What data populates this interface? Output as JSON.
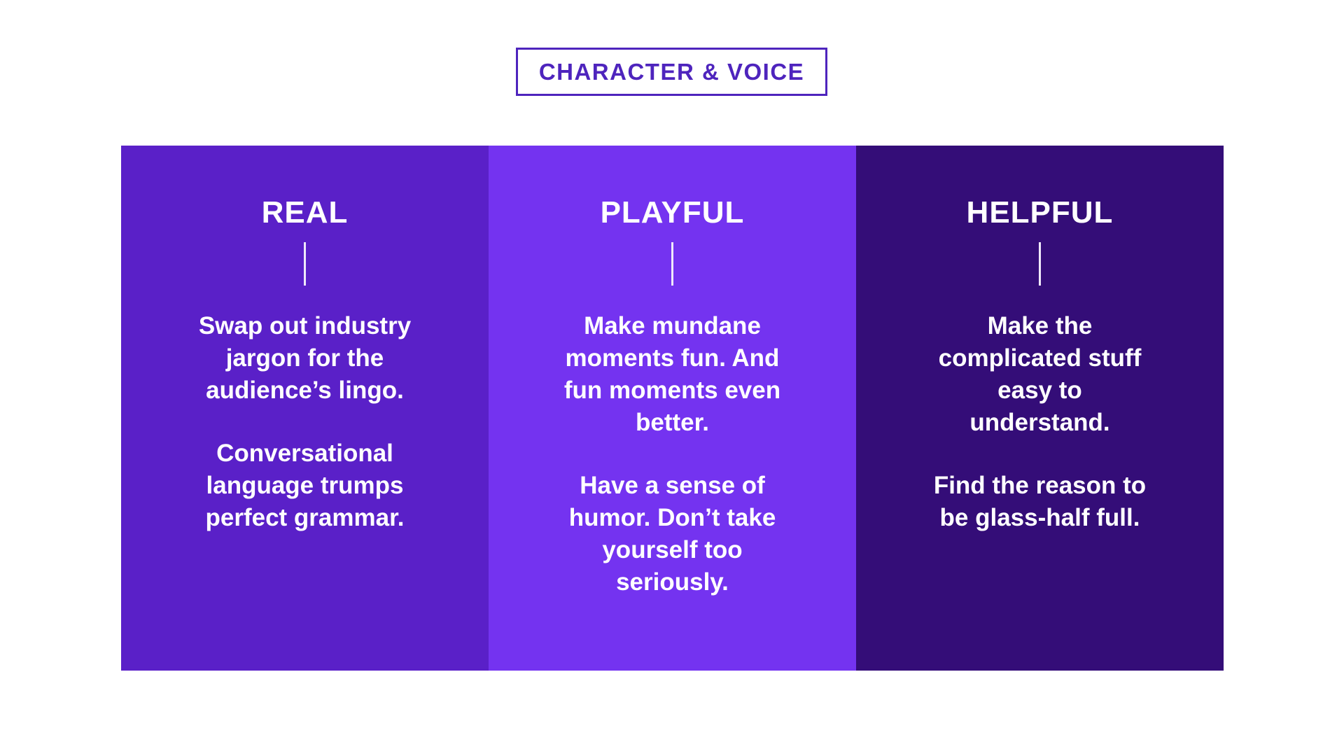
{
  "header": {
    "label": "CHARACTER & VOICE",
    "color": "#4e24bd",
    "border_color": "#4e24bd",
    "background": "#ffffff"
  },
  "colors": {
    "page_background": "#ffffff",
    "text_on_columns": "#ffffff",
    "divider": "#efe8fa"
  },
  "columns": [
    {
      "title": "REAL",
      "bg": "#5a20c8",
      "paragraphs": [
        "Swap out industry\njargon for the\naudience’s lingo.",
        "Conversational\nlanguage trumps\nperfect grammar."
      ]
    },
    {
      "title": "PLAYFUL",
      "bg": "#7433f0",
      "paragraphs": [
        "Make mundane\nmoments fun. And\nfun moments even\nbetter.",
        "Have a sense of\nhumor. Don’t take\nyourself too\nseriously."
      ]
    },
    {
      "title": "HELPFUL",
      "bg": "#340d78",
      "paragraphs": [
        "Make the\ncomplicated stuff\neasy to\nunderstand.",
        "Find the reason to\nbe glass-half full."
      ]
    }
  ]
}
